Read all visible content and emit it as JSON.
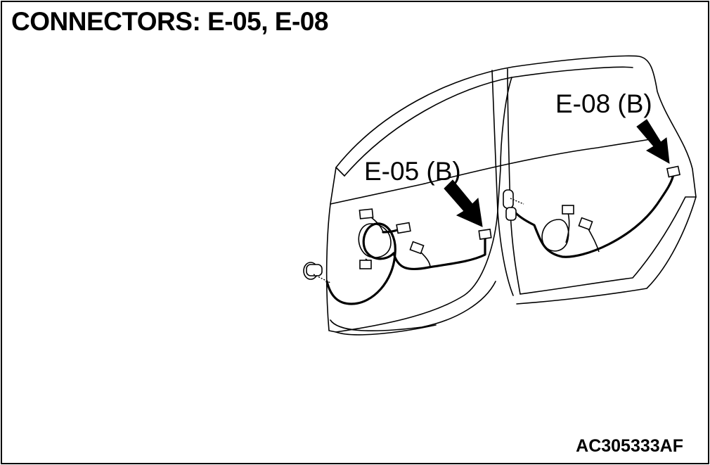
{
  "title": "CONNECTORS: E-05, E-08",
  "figure_id": "AC305333AF",
  "callouts": {
    "e05": "E-05 (B)",
    "e08": "E-08 (B)"
  },
  "colors": {
    "line": "#000000",
    "background": "#ffffff"
  }
}
